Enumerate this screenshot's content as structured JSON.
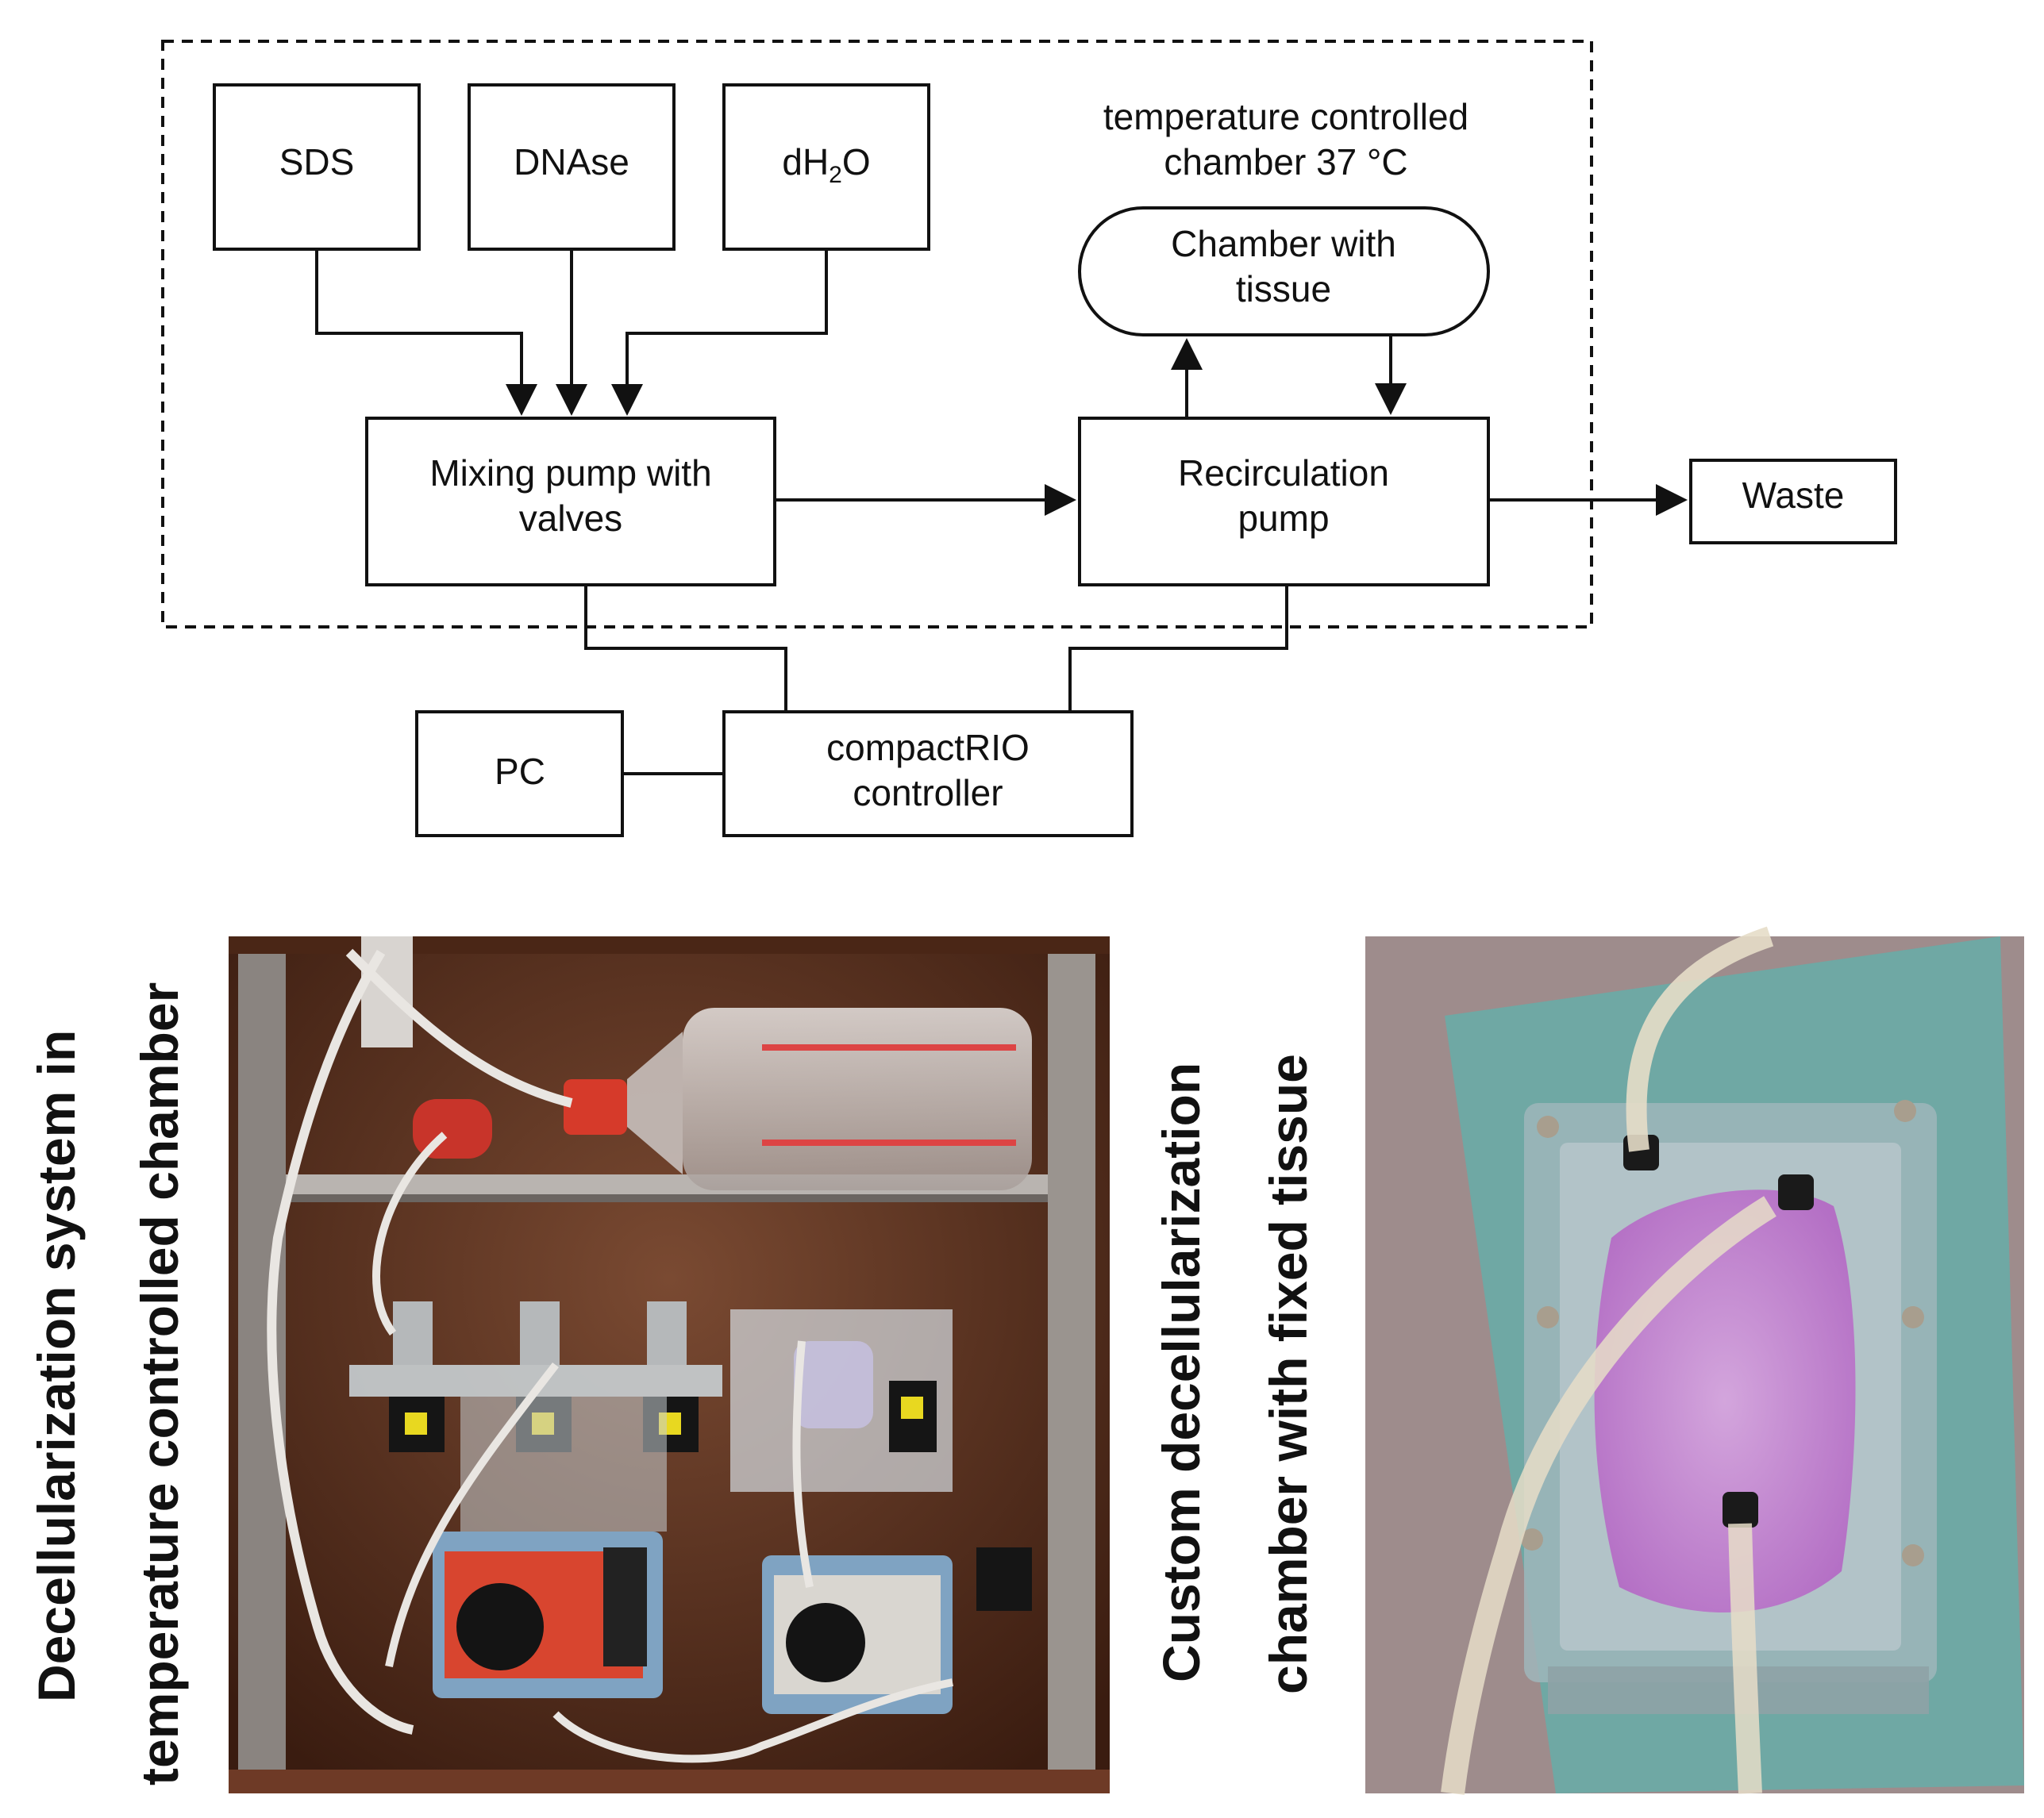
{
  "diagram": {
    "chamber_label_line1": "temperature controlled",
    "chamber_label_line2": "chamber 37 °C",
    "nodes": {
      "sds": "SDS",
      "dnase": "DNAse",
      "dh2o_main": "dH",
      "dh2o_sub": "2",
      "dh2o_end": "O",
      "tissue_line1": "Chamber with",
      "tissue_line2": "tissue",
      "mixing_line1": "Mixing pump with",
      "mixing_line2": "valves",
      "recirc_line1": "Recirculation",
      "recirc_line2": "pump",
      "waste": "Waste",
      "pc": "PC",
      "controller_line1": "compactRIO",
      "controller_line2": "controller"
    }
  },
  "photos": {
    "left_caption_line1": "Decellularization system in",
    "left_caption_line2": "temperature controlled chamber",
    "right_caption_line1": "Custom decellularization",
    "right_caption_line2": "chamber with fixed tissue"
  },
  "colors": {
    "line": "#111111",
    "cabinet_wood": "#5a2e1c",
    "tissue_pink": "#c86fd0",
    "mat_teal": "#6fa8a4",
    "photo_bg_mauve": "#9e8c8c"
  }
}
